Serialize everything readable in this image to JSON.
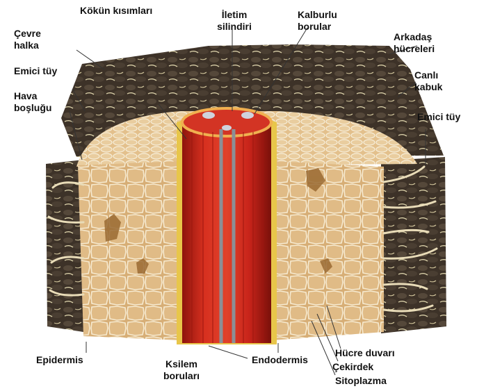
{
  "title": "Kökün kısımları",
  "labels": {
    "cevre_halka": "Çevre\nhalka",
    "emici_tuy_left": "Emici tüy",
    "hava_boslugu": "Hava\nboşluğu",
    "iletim_silindiri": "İletim\nsilindiri",
    "kalburlu_borular": "Kalburlu\nborular",
    "arkadas_hucreleri": "Arkadaş\nhücreleri",
    "canli_kabuk": "Canlı\nkabuk",
    "emici_tuy_right": "Emici tüy",
    "epidermis": "Epidermis",
    "ksilem_borulari": "Ksilem\nboruları",
    "endodermis": "Endodermis",
    "hucre_duvari": "Hücre duvarı",
    "cekirdek": "Çekirdek",
    "sitoplazma": "Sitoplazma"
  },
  "colors": {
    "soil": "#3e3328",
    "cortex": "#d9b27a",
    "cell_wall": "#f3e6c8",
    "vascular_red": "#c8241a",
    "endodermis_yellow": "#e8c64a"
  }
}
